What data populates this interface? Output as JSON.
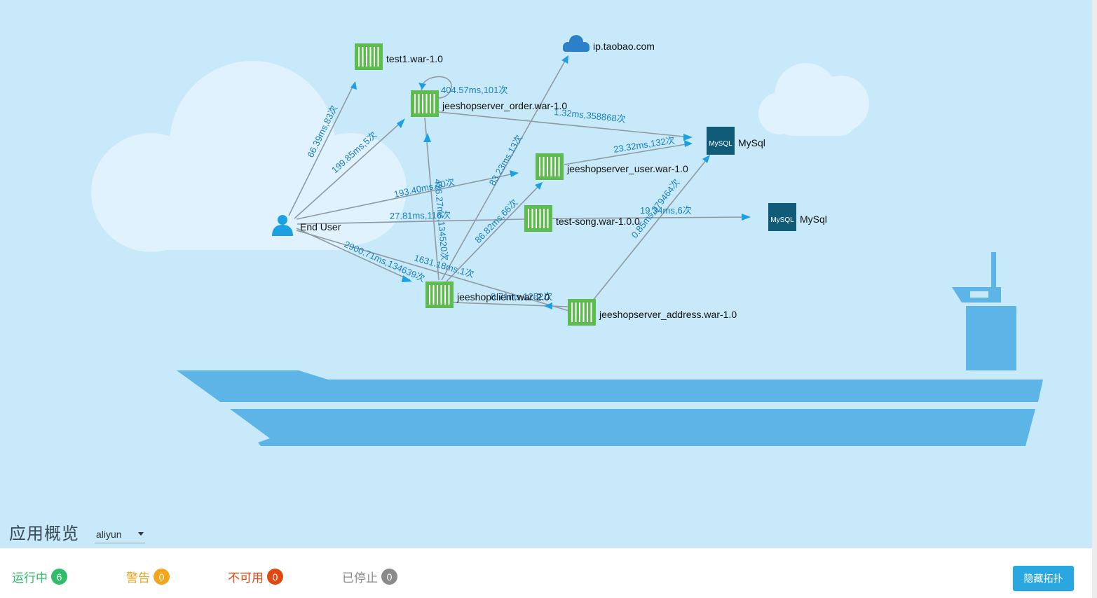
{
  "overview": {
    "title": "应用概览",
    "region_select": "aliyun"
  },
  "statuses": [
    {
      "label": "运行中",
      "count": "6",
      "color": "#2fbd6a"
    },
    {
      "label": "警告",
      "count": "0",
      "color": "#f3a51c"
    },
    {
      "label": "不可用",
      "count": "0",
      "color": "#e04a12"
    },
    {
      "label": "已停止",
      "count": "0",
      "color": "#8a8a8a"
    }
  ],
  "hide_topology_button": "隐藏拓扑",
  "topology": {
    "nodes": {
      "end_user": {
        "label": "End User",
        "icon": "user-icon"
      },
      "test1": {
        "label": "test1.war-1.0",
        "icon": "container-icon"
      },
      "order": {
        "label": "jeeshopserver_order.war-1.0",
        "icon": "container-icon"
      },
      "taobao": {
        "label": "ip.taobao.com",
        "icon": "cloud-icon"
      },
      "mysql1": {
        "label": "MySql",
        "icon": "mysql-icon"
      },
      "user": {
        "label": "jeeshopserver_user.war-1.0",
        "icon": "container-icon"
      },
      "song": {
        "label": "test-song.war-1.0.0",
        "icon": "container-icon"
      },
      "mysql2": {
        "label": "MySql",
        "icon": "mysql-icon"
      },
      "client": {
        "label": "jeeshopclient.war-2.0",
        "icon": "container-icon"
      },
      "address": {
        "label": "jeeshopserver_address.war-1.0",
        "icon": "container-icon"
      }
    },
    "edges": {
      "user_test1": "66.39ms,83次",
      "user_order": "199.85ms,5次",
      "order_self": "404.57ms,101次",
      "order_mysql": "1.32ms,358868次",
      "user_mysql": "23.32ms,132次",
      "eu_user": "193.40ms,40次",
      "client_order": "436.27ms,134520次",
      "eu_song": "27.81ms,116次",
      "client_taobao": "83.23ms,13次",
      "client_user": "86.82ms,66次",
      "song_mysql2": "19.34ms,6次",
      "address_mysql": "0.85ms,379464次",
      "eu_client": "2900.71ms,134639次",
      "eu_address": "1631.18ms,1次",
      "client_address": "8.71ms,1252次"
    },
    "mysql_logo_text": "MySQL"
  }
}
